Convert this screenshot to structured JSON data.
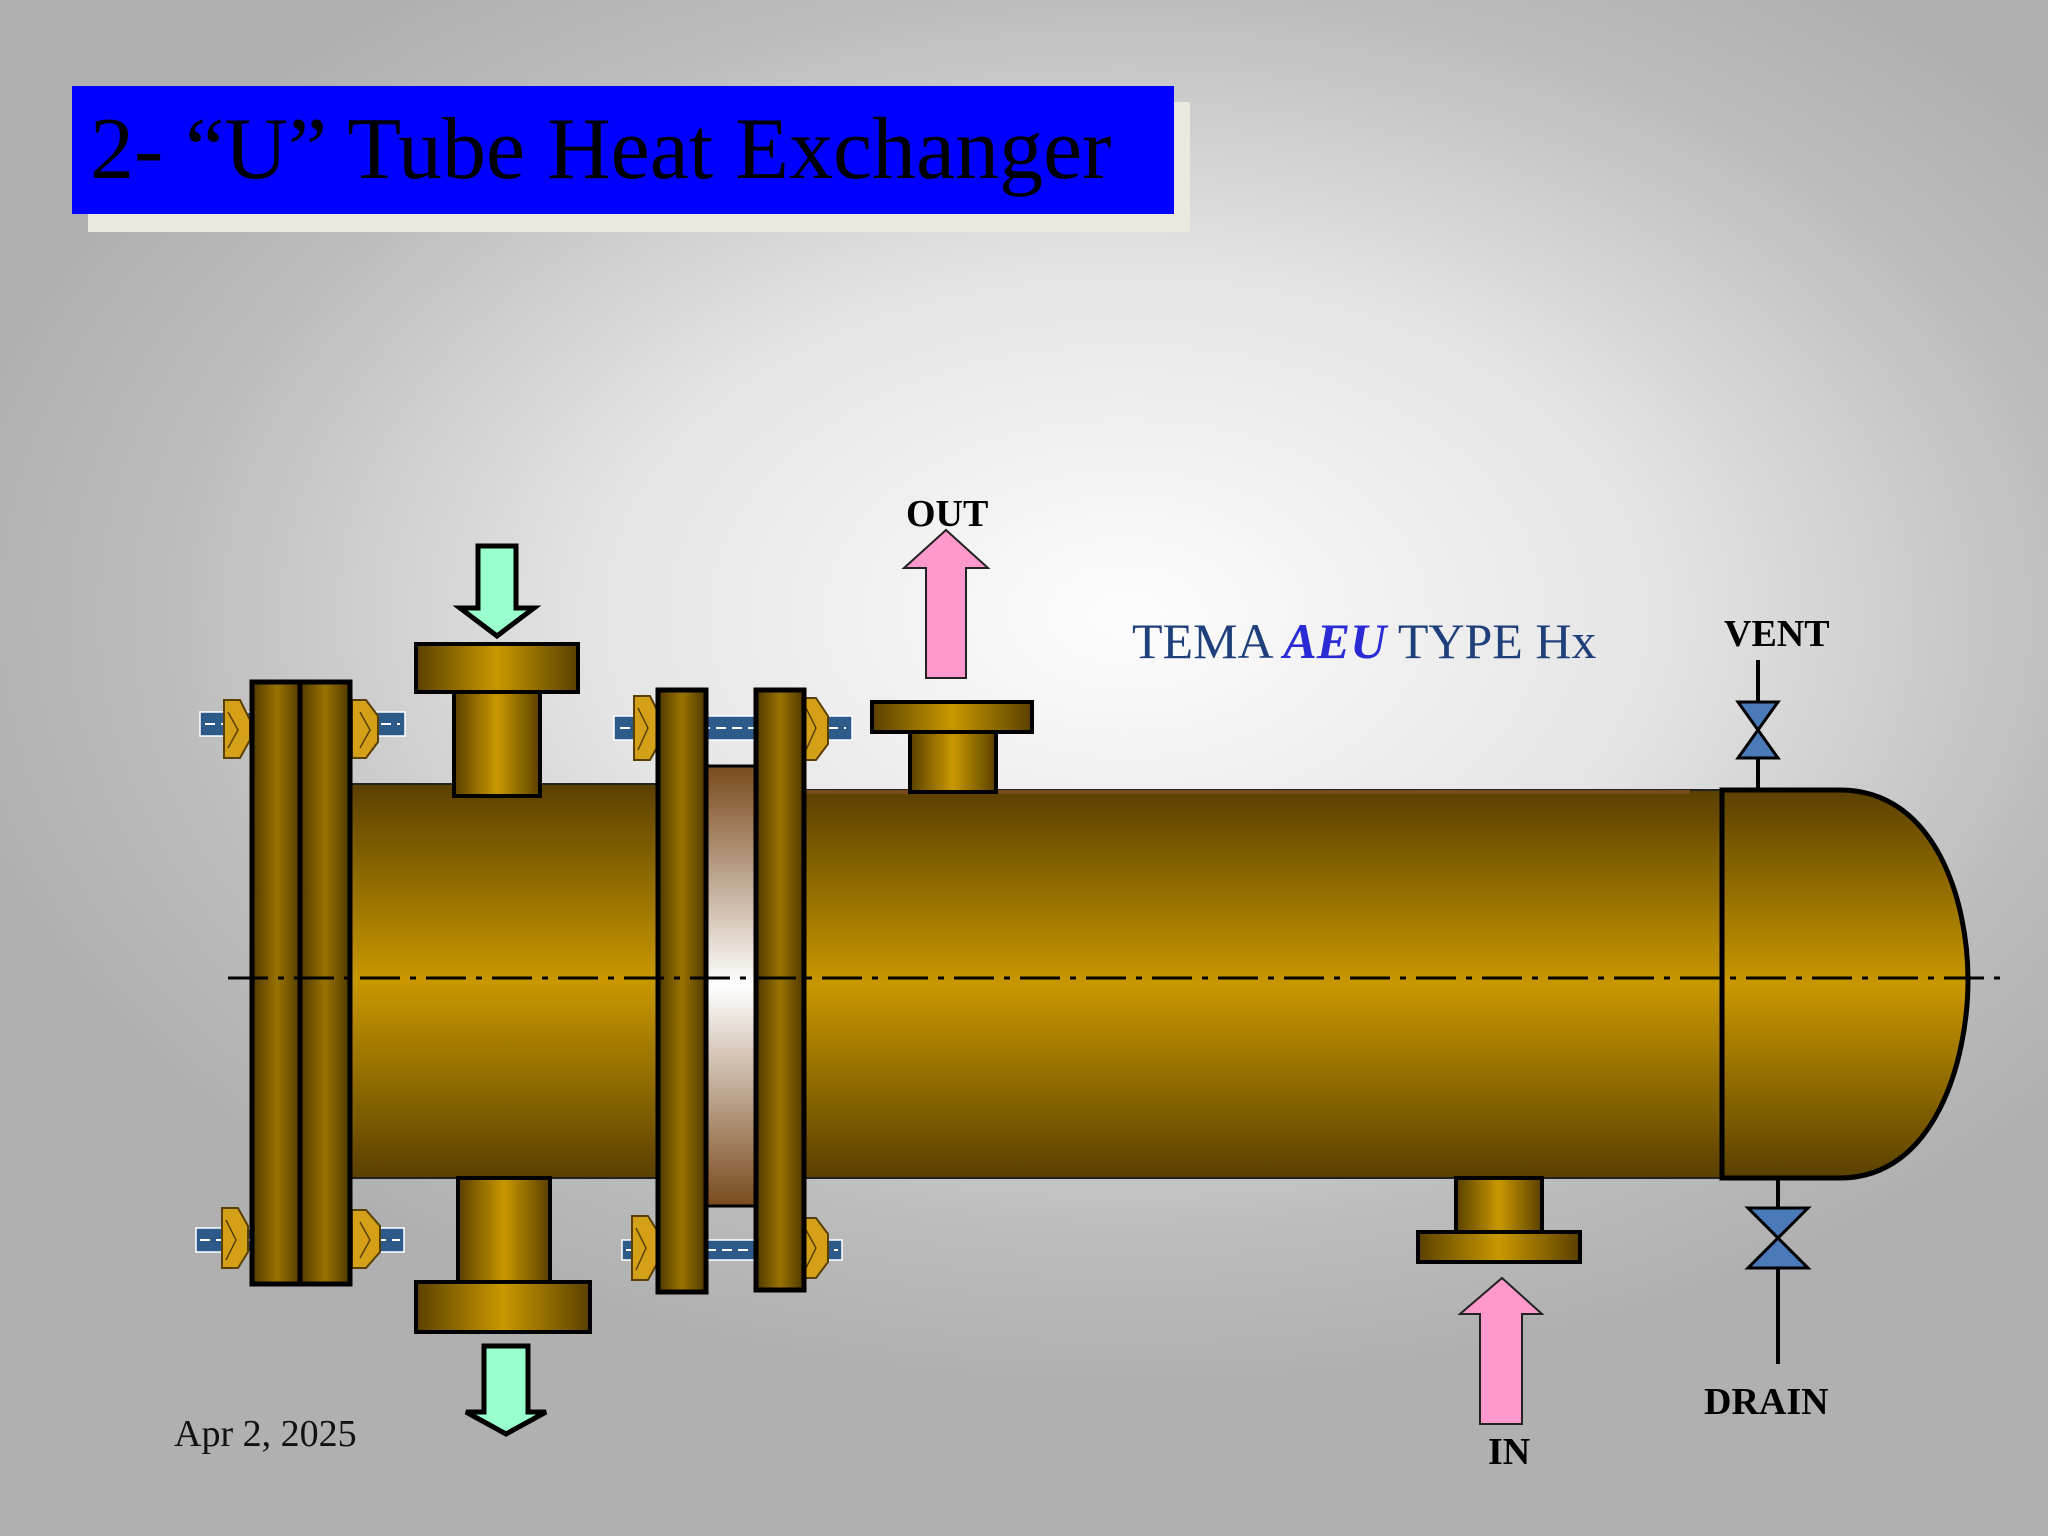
{
  "slide": {
    "title": "2- “U” Tube Heat Exchanger",
    "date": "Apr 2, 2025"
  },
  "diagram": {
    "tema_prefix": "TEMA ",
    "tema_type": "AEU",
    "tema_suffix": " TYPE Hx",
    "labels": {
      "out": "OUT",
      "in": "IN",
      "vent": "VENT",
      "drain": "DRAIN"
    },
    "colors": {
      "body_dark": "#5a4000",
      "body_light": "#c99800",
      "tube_fluid_arrow": "#99ffcc",
      "shell_fluid_arrow": "#ff99cc",
      "valve": "#4a7ab8",
      "bolt": "#2e5a8a",
      "nut": "#d4a017",
      "title_bg": "#0000ff"
    }
  }
}
